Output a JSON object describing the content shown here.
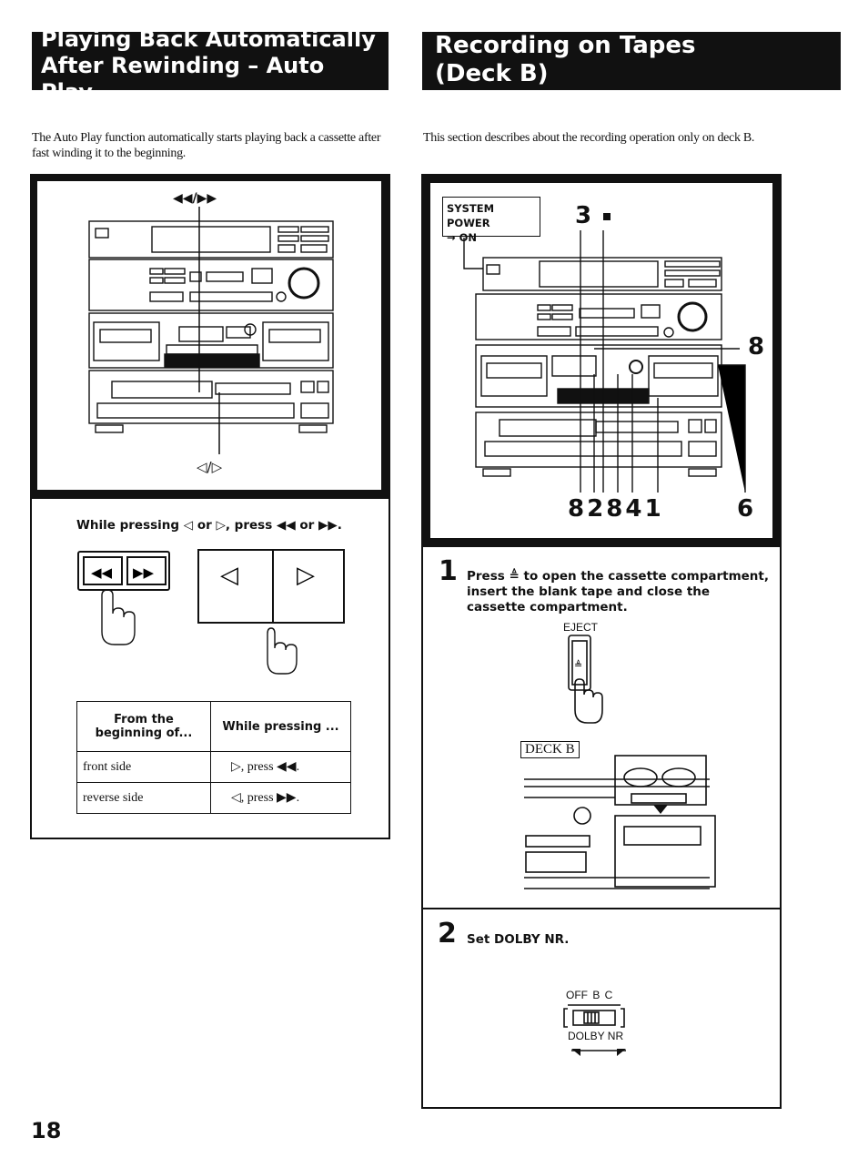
{
  "left": {
    "title_line1": "Playing Back Automatically",
    "title_line2": "After Rewinding – Auto Play",
    "intro": "The Auto Play function automatically starts playing back a cassette after fast winding it to the beginning.",
    "label_ff_rew": "◀◀/▶▶",
    "label_dir": "◁/▷",
    "instruction": "While pressing ◁ or ▷, press ◀◀ or ▶▶.",
    "table": {
      "headers": [
        "From the beginning of...",
        "While pressing ..."
      ],
      "rows": [
        [
          "front side",
          "▷, press ◀◀."
        ],
        [
          "reverse side",
          "◁, press ▶▶."
        ]
      ]
    }
  },
  "right": {
    "title_line1": "Recording on Tapes",
    "title_line2": "(Deck B)",
    "intro": "This section describes about the recording operation only on deck B.",
    "system_power_label": "SYSTEM POWER",
    "system_power_on": "→ ON",
    "callout_3": "3",
    "callout_8": "8",
    "callout_bottom": "8 2 8 4 1",
    "callout_6": "6",
    "step1_num": "1",
    "step1_text": "Press ≜ to open the cassette compartment, insert the blank tape and close the cassette compartment.",
    "eject_label": "EJECT",
    "deck_b_label": "DECK B",
    "step2_num": "2",
    "step2_text": "Set DOLBY NR.",
    "dolby_positions": "OFF B C",
    "dolby_label": "DOLBY NR"
  },
  "page_number": "18"
}
